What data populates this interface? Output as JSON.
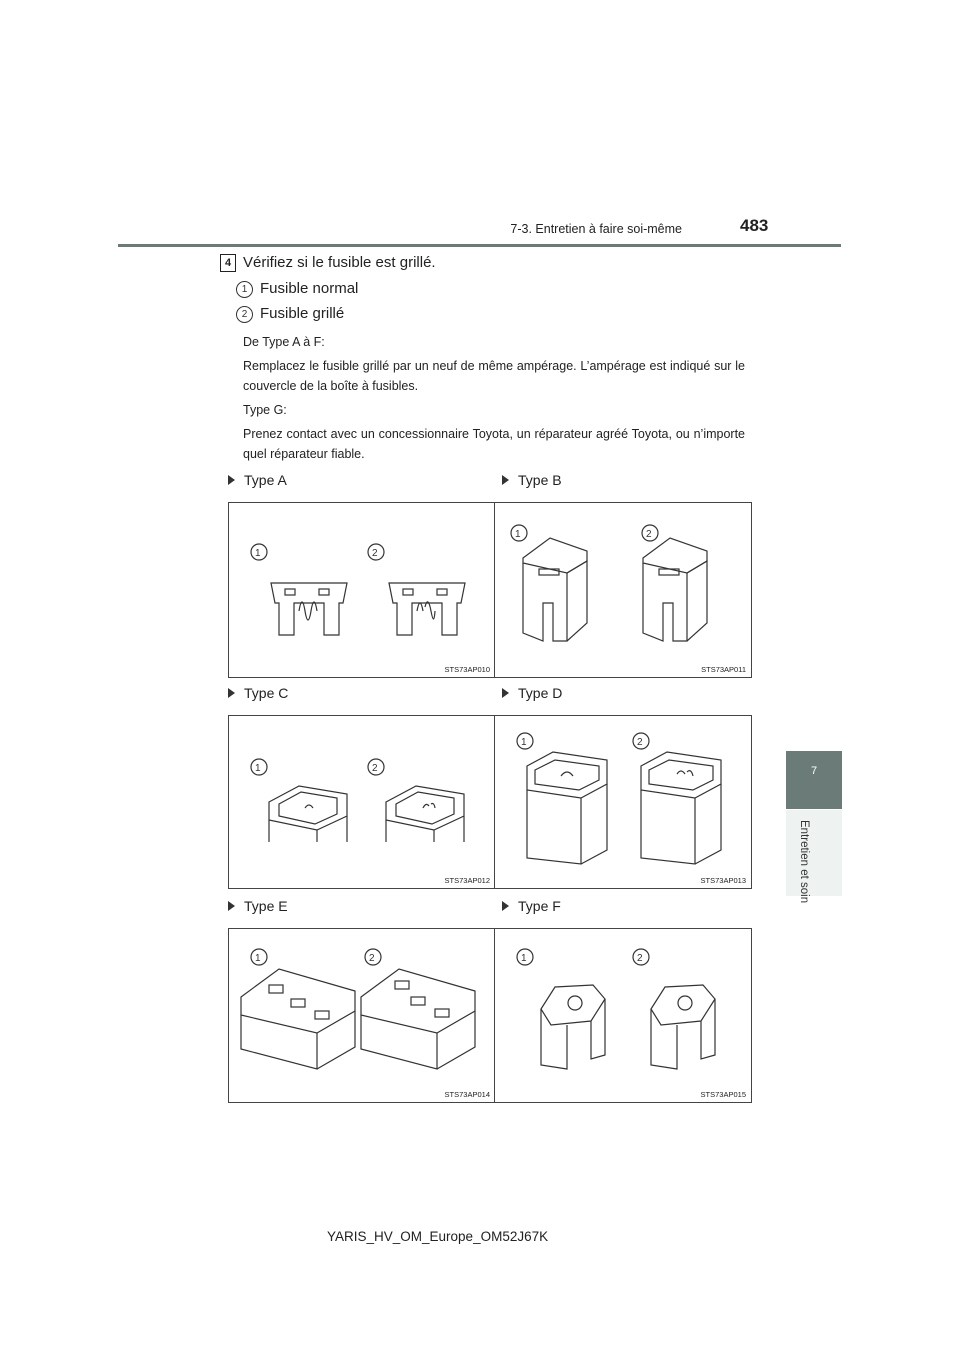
{
  "header": {
    "section": "7-3. Entretien à faire soi-même",
    "page_number": "483"
  },
  "side_tab": {
    "number": "7",
    "label": "Entretien et soin"
  },
  "step": {
    "number": "4",
    "text": "Vérifiez si le fusible est grillé."
  },
  "items": [
    {
      "marker": "1",
      "text": "Fusible normal"
    },
    {
      "marker": "2",
      "text": "Fusible grillé"
    }
  ],
  "notes": {
    "type_a_f_heading": "De Type A à F:",
    "type_a_f_text": "Remplacez le fusible grillé par un neuf de même ampérage. L’ampérage est indiqué sur le couvercle de la boîte à fusibles.",
    "type_g_heading": "Type G:",
    "type_g_text": "Prenez contact avec un concessionnaire Toyota, un réparateur agréé Toyota, ou n’importe quel réparateur fiable."
  },
  "figures": [
    {
      "label": "Type A",
      "code": "STS73AP010",
      "m1": "1",
      "m2": "2"
    },
    {
      "label": "Type B",
      "code": "STS73AP011",
      "m1": "1",
      "m2": "2"
    },
    {
      "label": "Type C",
      "code": "STS73AP012",
      "m1": "1",
      "m2": "2"
    },
    {
      "label": "Type D",
      "code": "STS73AP013",
      "m1": "1",
      "m2": "2"
    },
    {
      "label": "Type E",
      "code": "STS73AP014",
      "m1": "1",
      "m2": "2"
    },
    {
      "label": "Type F",
      "code": "STS73AP015",
      "m1": "1",
      "m2": "2"
    }
  ],
  "footer": {
    "doc_id": "YARIS_HV_OM_Europe_OM52J67K"
  }
}
